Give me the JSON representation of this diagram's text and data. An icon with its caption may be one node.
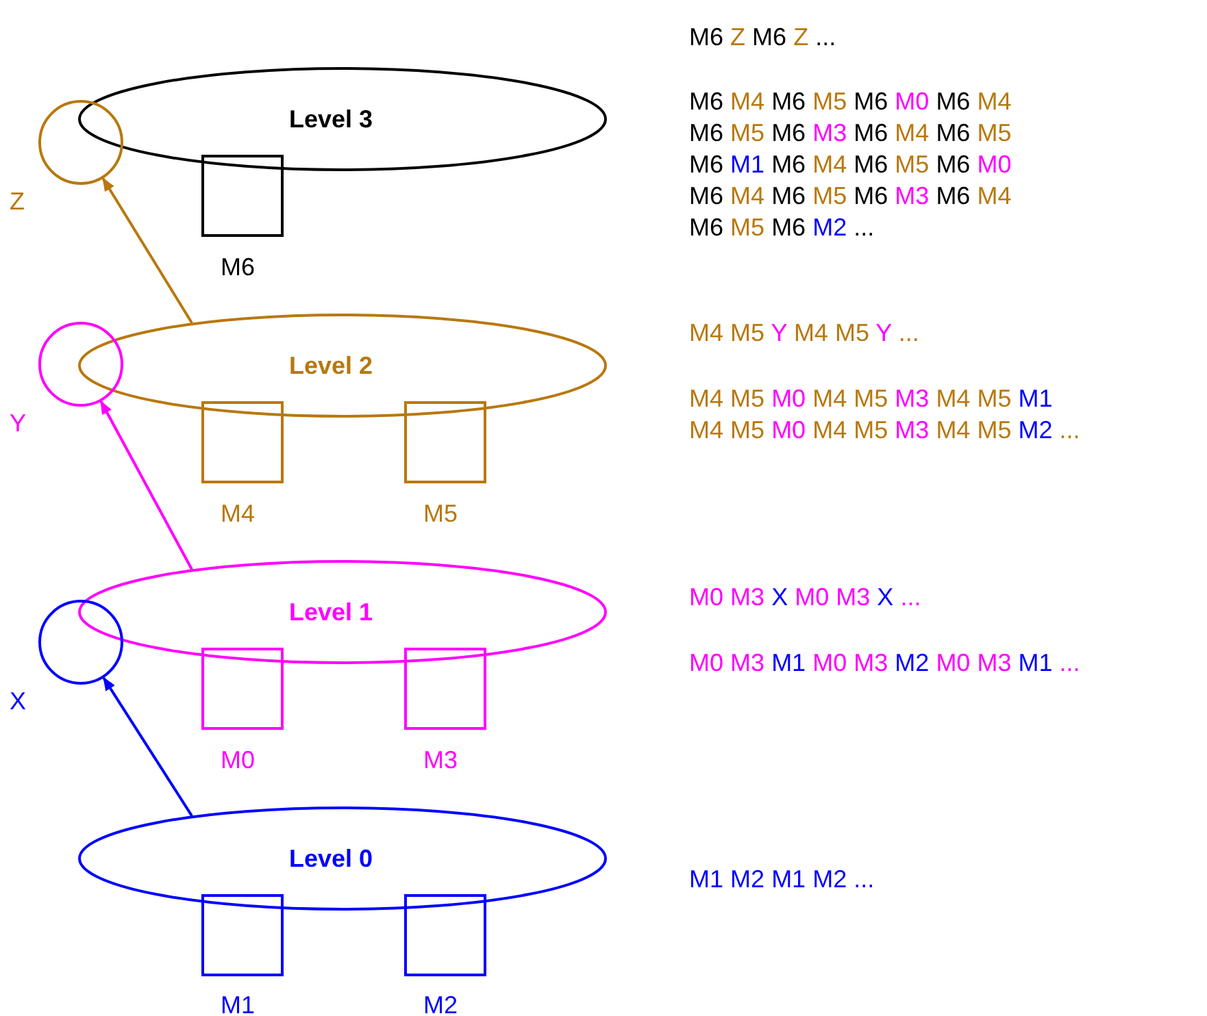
{
  "diagram": {
    "nodes": [
      {
        "text": [
          "Level 3"
        ]
      },
      {
        "text": [
          "M6"
        ]
      },
      {
        "text": [
          "Z"
        ]
      },
      {
        "text": [
          "Level 2"
        ]
      },
      {
        "text": [
          "M4"
        ]
      },
      {
        "text": [
          "M5"
        ]
      },
      {
        "text": [
          "Y"
        ]
      },
      {
        "text": [
          "Level 1"
        ]
      },
      {
        "text": [
          "M0"
        ]
      },
      {
        "text": [
          "M3"
        ]
      },
      {
        "text": [
          "X"
        ]
      },
      {
        "text": [
          "Level 0"
        ]
      },
      {
        "text": [
          "M1"
        ]
      },
      {
        "text": [
          "M2"
        ]
      }
    ],
    "edges": [
      {
        "from": 3,
        "to": 2,
        "arrow": "to",
        "color": "#b8780e"
      },
      {
        "from": 7,
        "to": 6,
        "arrow": "to",
        "color": "#ff00ff"
      },
      {
        "from": 11,
        "to": 10,
        "arrow": "to",
        "color": "#0000ff"
      }
    ],
    "labels": [
      "M6 Z M6 Z ...",
      "M6 M4 M6 M5 M6 M0 M6 M4",
      "M6 M5 M6 M3 M6 M4 M6 M5",
      "M6 M1 M6 M4 M6 M5 M6 M0",
      "M6 M4 M6 M5 M6 M3 M6 M4",
      "M6 M5 M6 M2 ...",
      "M4 M5 Y M4 M5 Y ...",
      "M4 M5 M0 M4 M5 M3 M4 M5 M1",
      "M4 M5 M0 M4 M5 M3 M4 M5 M2 ...",
      "M0 M3 X M0 M3 X ...",
      "M0 M3 M1 M0 M3 M2 M0 M3 M1 ...",
      "M1 M2 M1 M2 ..."
    ]
  }
}
